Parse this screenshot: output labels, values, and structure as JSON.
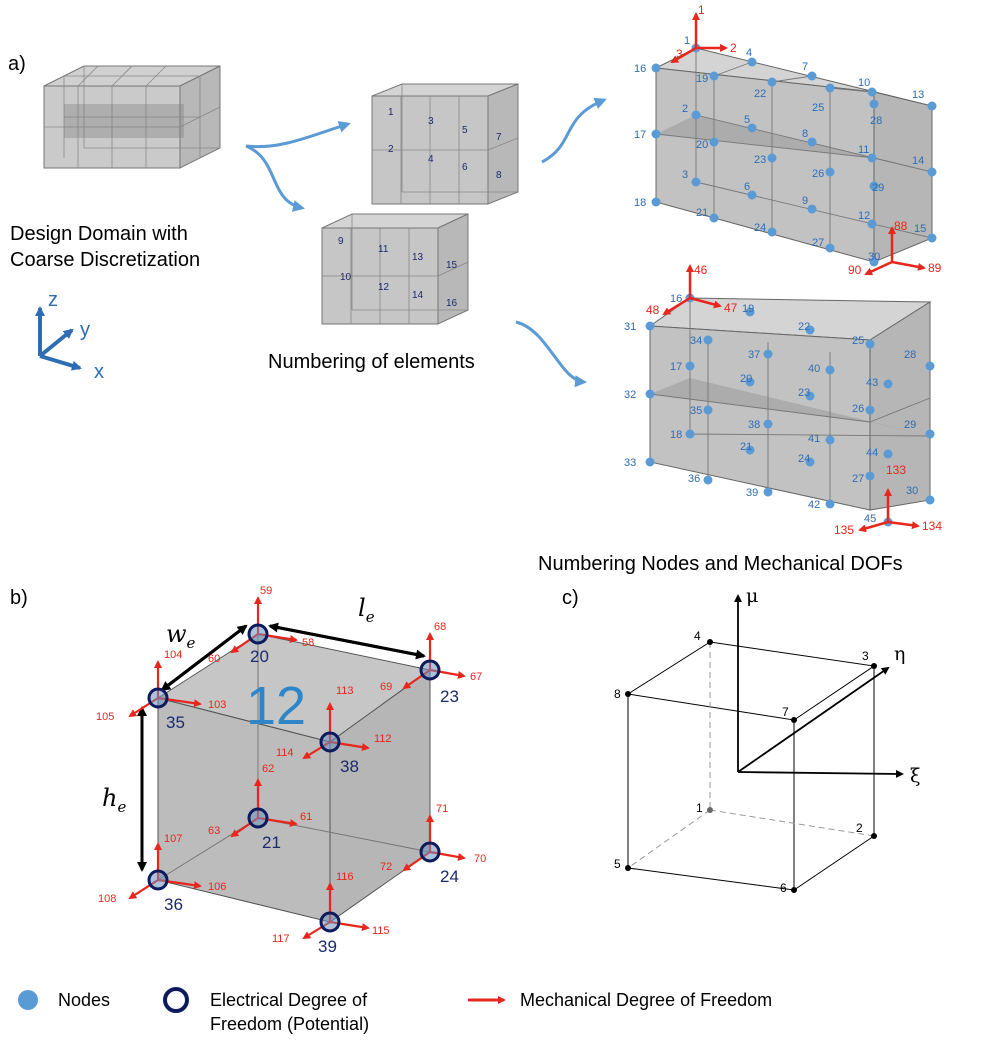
{
  "panels": {
    "a": {
      "label": "a)",
      "domain_caption": [
        "Design Domain with",
        "Coarse Discretization"
      ],
      "numbering_elements_caption": "Numbering of elements",
      "nodes_dofs_caption": "Numbering Nodes and Mechanical DOFs",
      "axes": {
        "z": "z",
        "y": "y",
        "x": "x"
      },
      "element_numbers_top": [
        "1",
        "2",
        "3",
        "4",
        "5",
        "6",
        "7",
        "8"
      ],
      "element_numbers_bottom": [
        "9",
        "10",
        "11",
        "12",
        "13",
        "14",
        "15",
        "16"
      ],
      "top_nodes": [
        "1",
        "2",
        "3",
        "4",
        "5",
        "6",
        "7",
        "8",
        "9",
        "10",
        "11",
        "12",
        "13",
        "14",
        "15",
        "16",
        "17",
        "18",
        "19",
        "20",
        "21",
        "22",
        "23",
        "24",
        "25",
        "26",
        "27",
        "28",
        "29",
        "30"
      ],
      "top_dofs": [
        "1",
        "2",
        "3",
        "88",
        "89",
        "90"
      ],
      "bottom_nodes": [
        "16",
        "17",
        "18",
        "19",
        "20",
        "21",
        "22",
        "23",
        "24",
        "25",
        "26",
        "27",
        "28",
        "29",
        "30",
        "31",
        "32",
        "33",
        "34",
        "35",
        "36",
        "37",
        "38",
        "39",
        "40",
        "41",
        "42",
        "43",
        "44",
        "45"
      ],
      "bottom_dofs": [
        "46",
        "47",
        "48",
        "133",
        "134",
        "135"
      ]
    },
    "b": {
      "label": "b)",
      "element_label": "12",
      "dims": {
        "w": "w",
        "w_sub": "e",
        "l": "l",
        "l_sub": "e",
        "h": "h",
        "h_sub": "e"
      },
      "nodes": [
        "20",
        "23",
        "35",
        "38",
        "21",
        "24",
        "36",
        "39"
      ],
      "dofs": [
        "58",
        "59",
        "60",
        "67",
        "68",
        "69",
        "103",
        "104",
        "105",
        "112",
        "113",
        "114",
        "61",
        "62",
        "63",
        "70",
        "71",
        "72",
        "106",
        "107",
        "108",
        "115",
        "116",
        "117"
      ]
    },
    "c": {
      "label": "c)",
      "axes": {
        "mu": "μ",
        "eta": "η",
        "xi": "ξ"
      },
      "nodes": [
        "1",
        "2",
        "3",
        "4",
        "5",
        "6",
        "7",
        "8"
      ]
    }
  },
  "legend": {
    "nodes": "Nodes",
    "electrical": [
      "Electrical Degree of",
      "Freedom (Potential)"
    ],
    "mechanical": "Mechanical Degree of Freedom"
  },
  "colors": {
    "node_blue": "#5b9bd5",
    "dof_red": "#e8261c",
    "electrical_ring": "#0d1a5c",
    "axis_blue": "#2e6db4",
    "element_blue": "#2e86c9",
    "cube_gray": "#b0b0b0"
  }
}
